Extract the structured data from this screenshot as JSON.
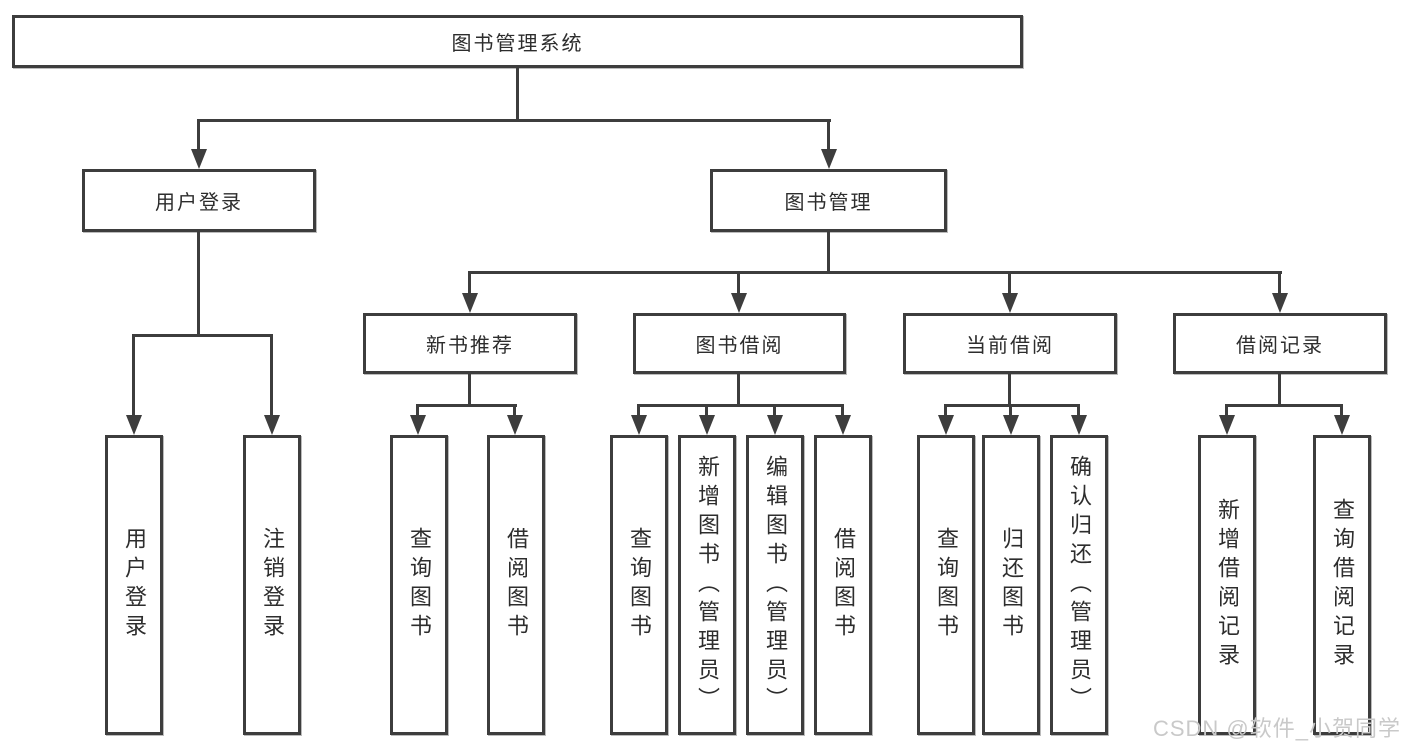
{
  "nodes": {
    "root": "图书管理系统",
    "level2": [
      "用户登录",
      "图书管理"
    ],
    "level3": [
      "新书推荐",
      "图书借阅",
      "当前借阅",
      "借阅记录"
    ],
    "login_children": [
      "用户登录",
      "注销登录"
    ],
    "recommend_children": [
      "查询图书",
      "借阅图书"
    ],
    "borrow_children": [
      "查询图书",
      "新增图书（管理员）",
      "编辑图书（管理员）",
      "借阅图书"
    ],
    "current_children": [
      "查询图书",
      "归还图书",
      "确认归还（管理员）"
    ],
    "records_children": [
      "新增借阅记录",
      "查询借阅记录"
    ]
  },
  "watermark": "CSDN @软件_小贺同学",
  "colors": {
    "line": "#3d3d3d",
    "text": "#2d2d2d",
    "watermark": "#c9c9c9",
    "background": "#ffffff"
  }
}
